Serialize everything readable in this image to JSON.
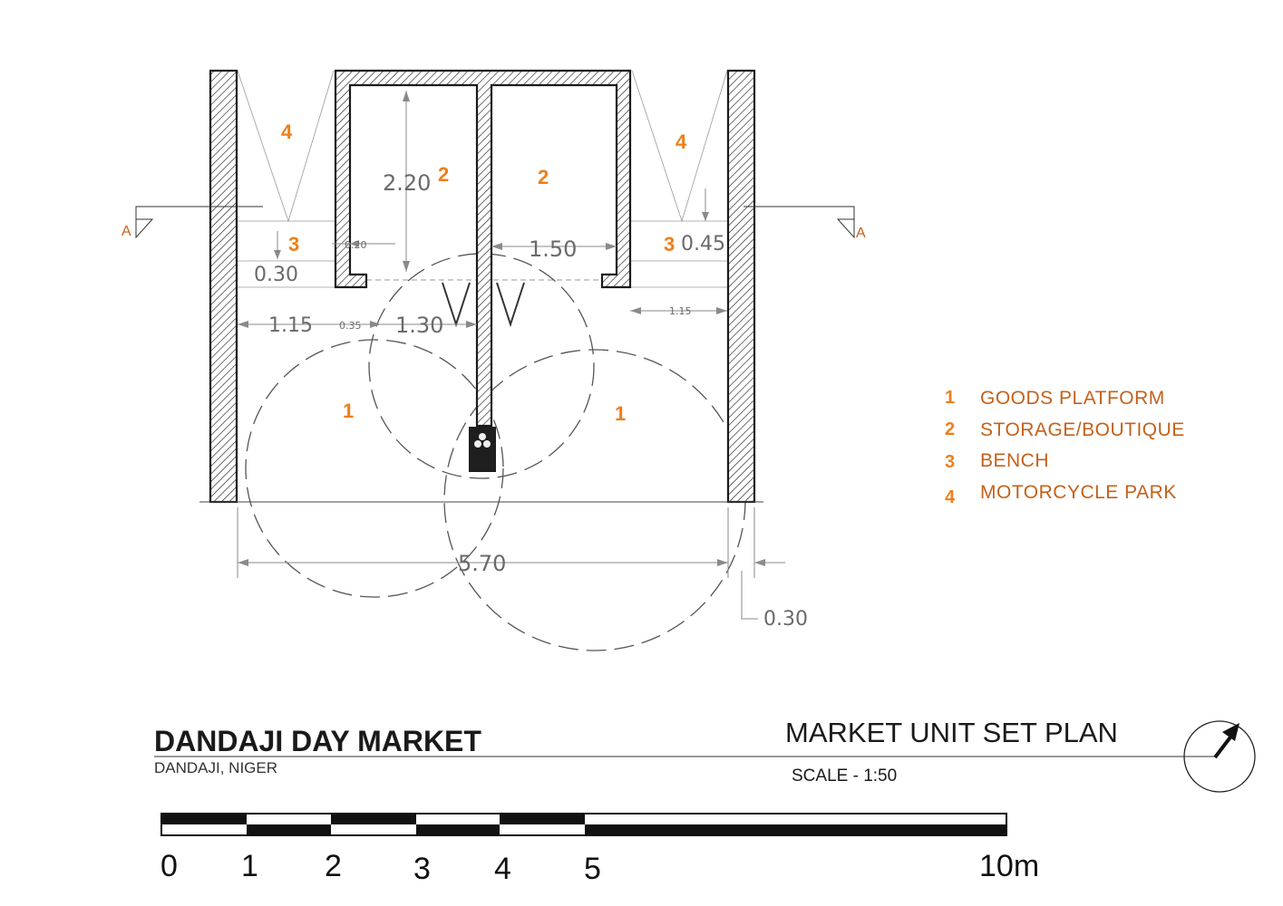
{
  "title": "DANDAJI DAY MARKET",
  "location": "DANDAJI, NIGER",
  "drawing_title": "MARKET UNIT SET PLAN",
  "scale_label": "SCALE - 1:50",
  "section_marker": "A",
  "zone_numbers": [
    "1",
    "2",
    "3",
    "4"
  ],
  "legend": [
    {
      "num": "1",
      "label": "GOODS PLATFORM"
    },
    {
      "num": "2",
      "label": "STORAGE/BOUTIQUE"
    },
    {
      "num": "3",
      "label": "BENCH"
    },
    {
      "num": "4",
      "label": "MOTORCYCLE  PARK"
    }
  ],
  "dimensions": {
    "storage_depth": "2.20",
    "partition": "0.20",
    "opening": "1.50",
    "bench_right": "0.45",
    "bench_left": "0.30",
    "left_bay": "1.15",
    "return": "0.35",
    "door": "1.30",
    "right_bay": "1.15",
    "overall": "5.70",
    "wall": "0.30"
  },
  "scale_bar": {
    "ticks": [
      "0",
      "1",
      "2",
      "3",
      "4",
      "5",
      "10m"
    ]
  },
  "colors": {
    "accent": "#ee7f1a",
    "legend_text": "#c4611a",
    "line": "#1a1a1a"
  }
}
